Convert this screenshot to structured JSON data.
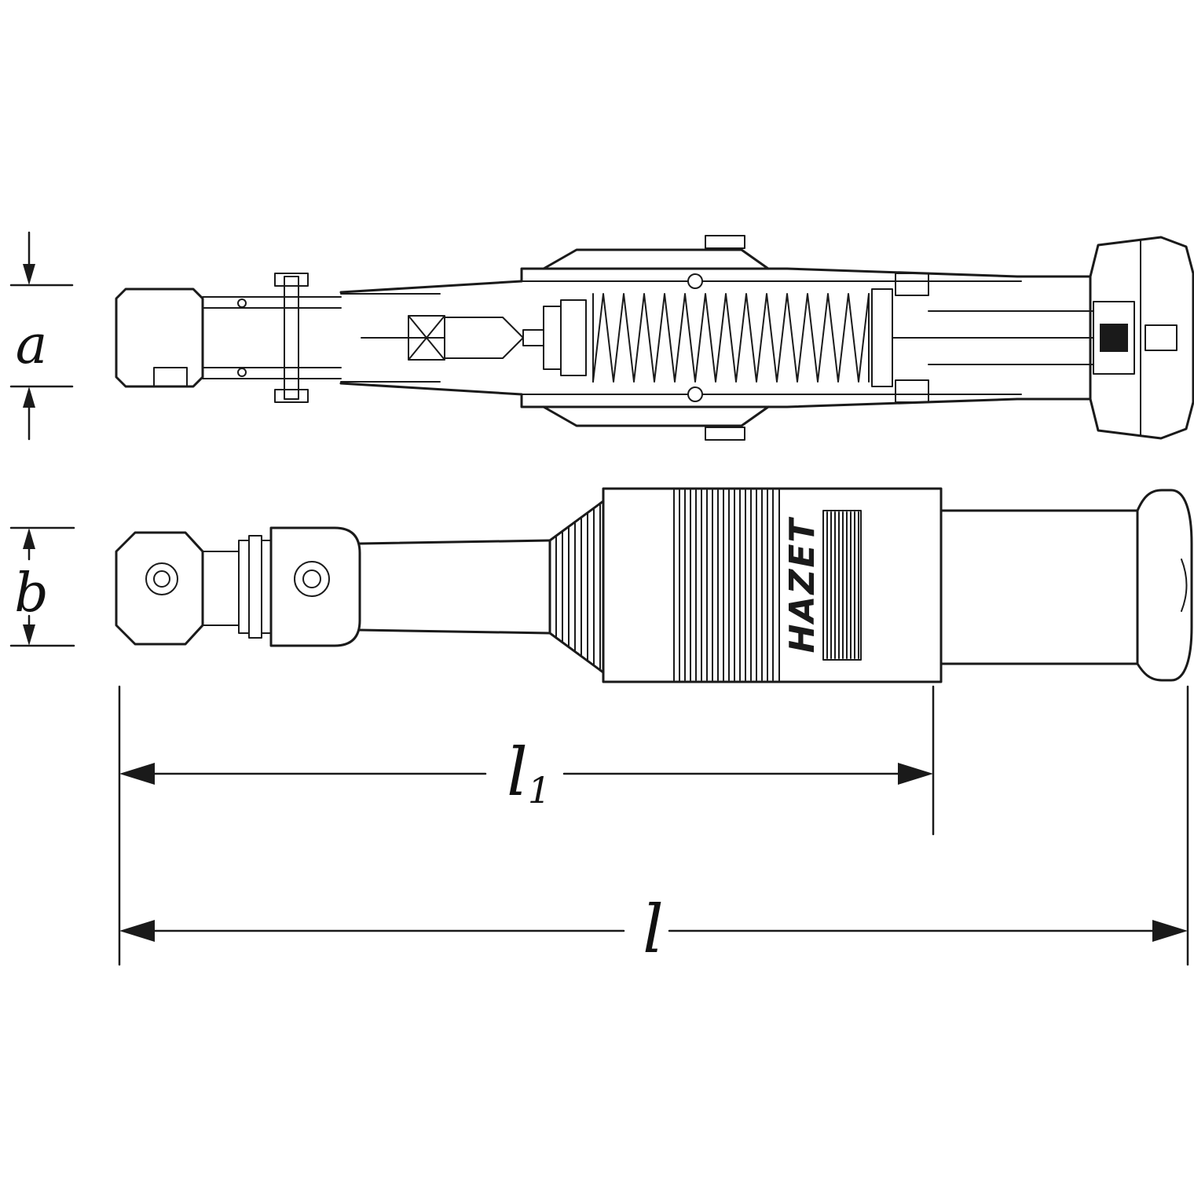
{
  "diagram": {
    "brand": "HAZET",
    "labels": {
      "a": "a",
      "b": "b",
      "l1_base": "l",
      "l1_sub": "1",
      "l": "l"
    },
    "colors": {
      "line": "#1a1a1a",
      "background": "#ffffff"
    }
  }
}
